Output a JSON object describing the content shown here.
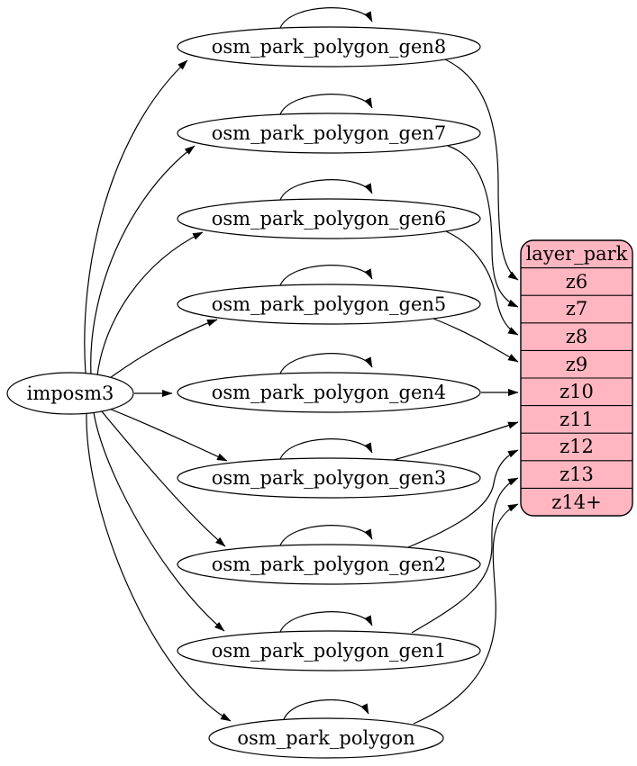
{
  "graph": {
    "type": "graphviz-etl-diagram",
    "producer": {
      "label": "imposm3"
    },
    "tables": [
      {
        "label": "osm_park_polygon_gen8"
      },
      {
        "label": "osm_park_polygon_gen7"
      },
      {
        "label": "osm_park_polygon_gen6"
      },
      {
        "label": "osm_park_polygon_gen5"
      },
      {
        "label": "osm_park_polygon_gen4"
      },
      {
        "label": "osm_park_polygon_gen3"
      },
      {
        "label": "osm_park_polygon_gen2"
      },
      {
        "label": "osm_park_polygon_gen1"
      },
      {
        "label": "osm_park_polygon"
      }
    ],
    "layer": {
      "header": "layer_park",
      "rows": [
        {
          "label": "z6"
        },
        {
          "label": "z7"
        },
        {
          "label": "z8"
        },
        {
          "label": "z9"
        },
        {
          "label": "z10"
        },
        {
          "label": "z11"
        },
        {
          "label": "z12"
        },
        {
          "label": "z13"
        },
        {
          "label": "z14+"
        }
      ]
    },
    "edges": [
      {
        "from": "imposm3",
        "to": "osm_park_polygon_gen8"
      },
      {
        "from": "imposm3",
        "to": "osm_park_polygon_gen7"
      },
      {
        "from": "imposm3",
        "to": "osm_park_polygon_gen6"
      },
      {
        "from": "imposm3",
        "to": "osm_park_polygon_gen5"
      },
      {
        "from": "imposm3",
        "to": "osm_park_polygon_gen4"
      },
      {
        "from": "imposm3",
        "to": "osm_park_polygon_gen3"
      },
      {
        "from": "imposm3",
        "to": "osm_park_polygon_gen2"
      },
      {
        "from": "imposm3",
        "to": "osm_park_polygon_gen1"
      },
      {
        "from": "imposm3",
        "to": "osm_park_polygon"
      },
      {
        "from": "osm_park_polygon_gen8",
        "to": "osm_park_polygon_gen8"
      },
      {
        "from": "osm_park_polygon_gen7",
        "to": "osm_park_polygon_gen7"
      },
      {
        "from": "osm_park_polygon_gen6",
        "to": "osm_park_polygon_gen6"
      },
      {
        "from": "osm_park_polygon_gen5",
        "to": "osm_park_polygon_gen5"
      },
      {
        "from": "osm_park_polygon_gen4",
        "to": "osm_park_polygon_gen4"
      },
      {
        "from": "osm_park_polygon_gen3",
        "to": "osm_park_polygon_gen3"
      },
      {
        "from": "osm_park_polygon_gen2",
        "to": "osm_park_polygon_gen2"
      },
      {
        "from": "osm_park_polygon_gen1",
        "to": "osm_park_polygon_gen1"
      },
      {
        "from": "osm_park_polygon",
        "to": "osm_park_polygon"
      },
      {
        "from": "osm_park_polygon_gen8",
        "to": "layer_park:z6"
      },
      {
        "from": "osm_park_polygon_gen7",
        "to": "layer_park:z7"
      },
      {
        "from": "osm_park_polygon_gen6",
        "to": "layer_park:z8"
      },
      {
        "from": "osm_park_polygon_gen5",
        "to": "layer_park:z9"
      },
      {
        "from": "osm_park_polygon_gen4",
        "to": "layer_park:z10"
      },
      {
        "from": "osm_park_polygon_gen3",
        "to": "layer_park:z11"
      },
      {
        "from": "osm_park_polygon_gen2",
        "to": "layer_park:z12"
      },
      {
        "from": "osm_park_polygon_gen1",
        "to": "layer_park:z13"
      },
      {
        "from": "osm_park_polygon",
        "to": "layer_park:z14+"
      }
    ],
    "colors": {
      "layer_fill": "#ffb6c1",
      "node_fill": "#ffffff",
      "stroke": "#000000"
    }
  }
}
